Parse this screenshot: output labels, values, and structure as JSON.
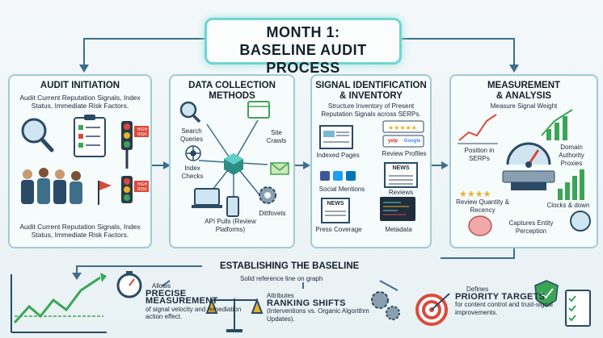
{
  "title": {
    "line1": "MONTH 1:",
    "line2": "BASELINE AUDIT PROCESS"
  },
  "panels": {
    "p1": {
      "heading": "AUDIT INITIATION",
      "top_text": "Audit Current Reputation Signals, Index Status, Immediate Risk Factors.",
      "bottom_text": "Audit Current Reputation Signals, Index Status, Immediate Risk Factors.",
      "sign1": "HIGH RISK",
      "sign2": "HIGH RISK"
    },
    "p2": {
      "heading_l1": "DATA COLLECTION",
      "heading_l2": "METHODS",
      "labels": [
        "Search Queries",
        "Site Crawls",
        "Index Checks",
        "API Pulls (Review Platforms)",
        "Dittfovets"
      ]
    },
    "p3": {
      "heading_l1": "SIGNAL IDENTIFICATION",
      "heading_l2": "& INVENTORY",
      "sub": "Structure Inventory of Present Reputation Signals across SERPs.",
      "labels": [
        "Indexed Pages",
        "Review Profiles",
        "Social Mentions",
        "Reviews",
        "Press Coverage",
        "Metadata"
      ],
      "brands": {
        "yelp": "yelp",
        "google": "Google"
      },
      "news": "NEWS"
    },
    "p4": {
      "heading_l1": "MEASUREMENT",
      "heading_l2": "& ANALYSIS",
      "sub": "Measure Signal Weight",
      "labels": [
        "Position in SERPs",
        "Domain Authority Proxies",
        "Review Quantity & Recency",
        "Clocks & down",
        "Captures Entity Perception"
      ]
    }
  },
  "bottom": {
    "title": "ESTABLISHING THE BASELINE",
    "sub": "Solid reference line on graph",
    "items": [
      {
        "pre": "Allows",
        "big": "PRECISE MEASUREMENT",
        "post": "of signal velocity and remediation action effect."
      },
      {
        "pre": "Attributes",
        "big": "RANKING SHIFTS",
        "post": "(Interventions vs. Organic Algorithm Updates)."
      },
      {
        "pre": "Defines",
        "big": "PRIORITY TARGETS",
        "post": "for content control and trust-signal improvements."
      }
    ]
  },
  "colors": {
    "accent": "#6fd6d1",
    "panel_border": "#9fcbd6",
    "flow_line": "#3d6e8a",
    "green": "#3aa655",
    "red": "#d94a3a"
  }
}
